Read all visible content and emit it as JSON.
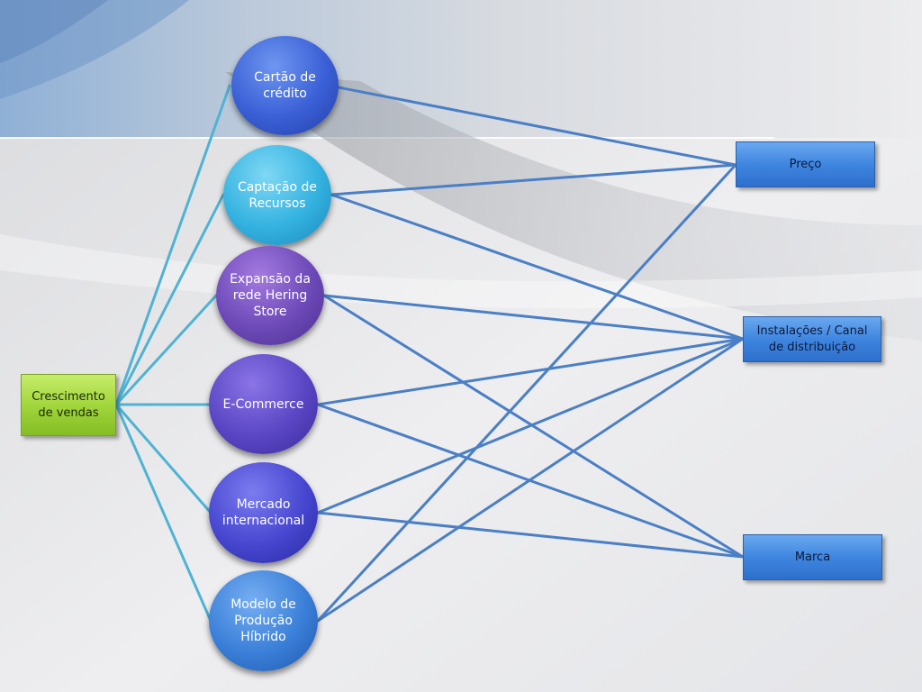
{
  "root": {
    "label": "Crescimento de vendas"
  },
  "drivers": [
    {
      "id": "cartao",
      "label": "Cartão de crédito"
    },
    {
      "id": "captacao",
      "label": "Captação de Recursos"
    },
    {
      "id": "expansao",
      "label": "Expansão da rede Hering Store"
    },
    {
      "id": "ecommerce",
      "label": "E-Commerce"
    },
    {
      "id": "mercado",
      "label": "Mercado internacional"
    },
    {
      "id": "modelo",
      "label": "Modelo de Produção Híbrido"
    }
  ],
  "outcomes": [
    {
      "id": "preco",
      "label": "Preço"
    },
    {
      "id": "instalacoes",
      "label": "Instalações / Canal de distribuição"
    },
    {
      "id": "marca",
      "label": "Marca"
    }
  ],
  "colors": {
    "root_fill": "#9fd43a",
    "outcome_fill": "#3f86e0",
    "root_link": "#4fb3d4",
    "outcome_link": "#4a7fc6"
  }
}
